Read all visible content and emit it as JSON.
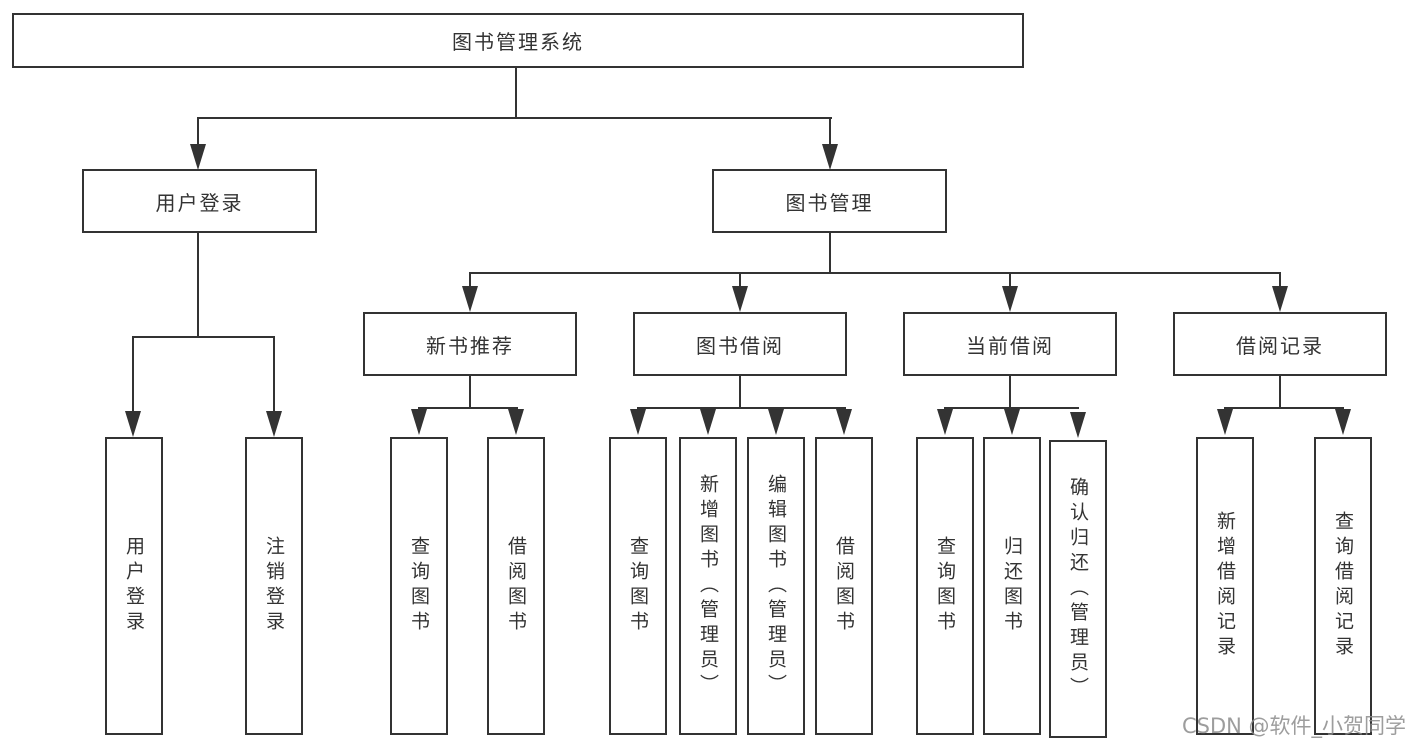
{
  "diagram": {
    "type": "tree",
    "root": {
      "label": "图书管理系统"
    },
    "level2": [
      {
        "label": "用户登录"
      },
      {
        "label": "图书管理"
      }
    ],
    "level3": [
      {
        "label": "新书推荐",
        "parent": "图书管理"
      },
      {
        "label": "图书借阅",
        "parent": "图书管理"
      },
      {
        "label": "当前借阅",
        "parent": "图书管理"
      },
      {
        "label": "借阅记录",
        "parent": "图书管理"
      }
    ],
    "leaves": [
      {
        "label": "用户登录",
        "parent": "用户登录"
      },
      {
        "label": "注销登录",
        "parent": "用户登录"
      },
      {
        "label": "查询图书",
        "parent": "新书推荐"
      },
      {
        "label": "借阅图书",
        "parent": "新书推荐"
      },
      {
        "label": "查询图书",
        "parent": "图书借阅"
      },
      {
        "label": "新增图书（管理员）",
        "parent": "图书借阅"
      },
      {
        "label": "编辑图书（管理员）",
        "parent": "图书借阅"
      },
      {
        "label": "借阅图书",
        "parent": "图书借阅"
      },
      {
        "label": "查询图书",
        "parent": "当前借阅"
      },
      {
        "label": "归还图书",
        "parent": "当前借阅"
      },
      {
        "label": "确认归还（管理员）",
        "parent": "当前借阅"
      },
      {
        "label": "新增借阅记录",
        "parent": "借阅记录"
      },
      {
        "label": "查询借阅记录",
        "parent": "借阅记录"
      }
    ]
  },
  "watermark": {
    "text": "CSDN @软件_小贺同学",
    "color": "#8c8c8c"
  },
  "colors": {
    "line": "#333333",
    "box_border": "#333333",
    "box_fill": "#ffffff",
    "text": "#333333",
    "background": "#ffffff"
  }
}
